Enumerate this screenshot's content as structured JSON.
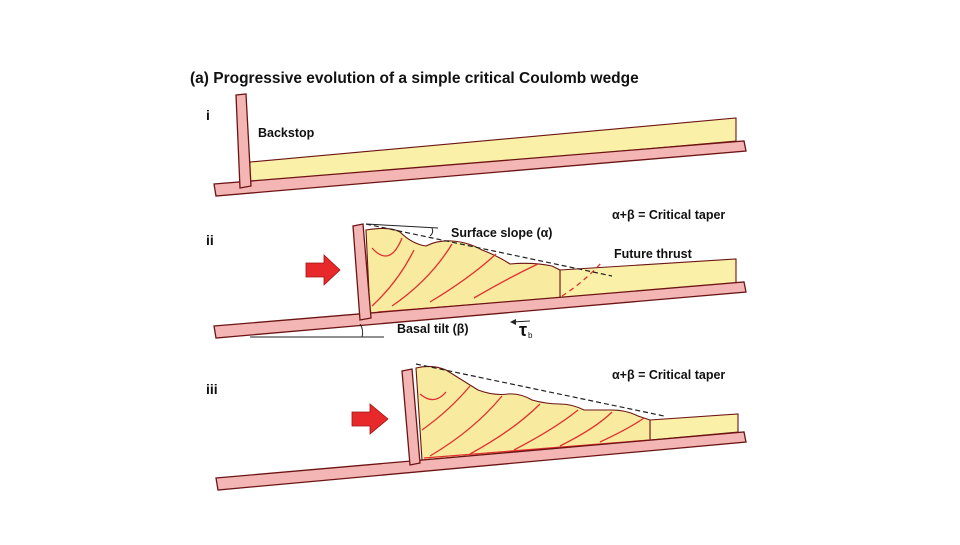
{
  "title": "(a) Progressive evolution of a simple critical Coulomb wedge",
  "panels": {
    "i": {
      "number": "i",
      "backstop_label": "Backstop"
    },
    "ii": {
      "number": "ii",
      "critical_taper_label": "α+β = Critical taper",
      "surface_slope_label": "Surface slope (α)",
      "future_thrust_label": "Future thrust",
      "basal_tilt_label": "Basal tilt (β)",
      "basal_shear_symbol": "τ",
      "basal_shear_subscript": "b"
    },
    "iii": {
      "number": "iii",
      "critical_taper_label": "α+β = Critical taper"
    }
  },
  "colors": {
    "plate": "#f4b6b4",
    "sand": "#faf0a8",
    "thrust": "#e03030",
    "push_arrow": "#e8292b"
  },
  "icons": {
    "push_arrow": "right-arrow-icon"
  }
}
